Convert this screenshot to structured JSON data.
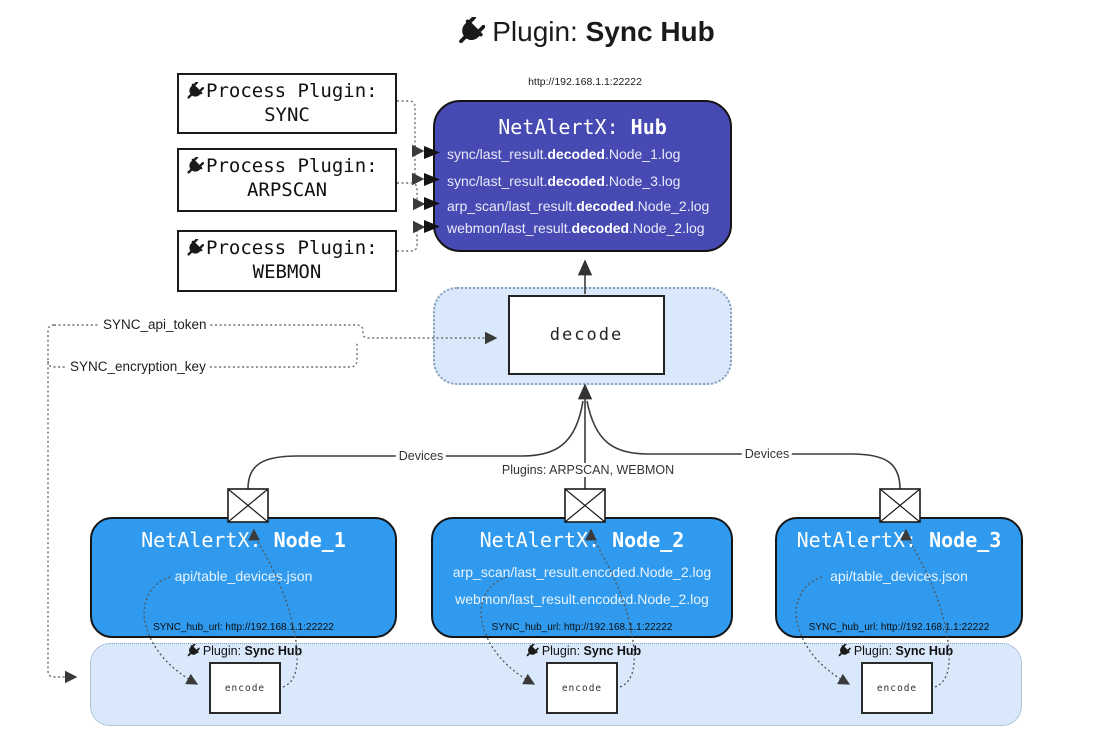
{
  "title": {
    "prefix": "Plugin: ",
    "bold": "Sync Hub"
  },
  "hub": {
    "url": "http://192.168.1.1:22222",
    "title_prefix": "NetAlertX: ",
    "title_bold": "Hub",
    "lines": [
      {
        "pre": "sync/last_result.",
        "bold": "decoded",
        "post": ".Node_1.log"
      },
      {
        "pre": "sync/last_result.",
        "bold": "decoded",
        "post": ".Node_3.log"
      },
      {
        "pre": "arp_scan/last_result.",
        "bold": "decoded",
        "post": ".Node_2.log"
      },
      {
        "pre": "webmon/last_result.",
        "bold": "decoded",
        "post": ".Node_2.log"
      }
    ]
  },
  "process_plugins": [
    {
      "label": "Process Plugin:",
      "name": "SYNC"
    },
    {
      "label": "Process Plugin:",
      "name": "ARPSCAN"
    },
    {
      "label": "Process Plugin:",
      "name": "WEBMON"
    }
  ],
  "decode_label": "decode",
  "config_labels": {
    "api_token": "SYNC_api_token",
    "encryption_key": "SYNC_encryption_key"
  },
  "edge_labels": {
    "devices_left": "Devices",
    "plugins_mid": "Plugins: ARPSCAN, WEBMON",
    "devices_right": "Devices"
  },
  "nodes": [
    {
      "title_prefix": "NetAlertX: ",
      "title_bold": "Node_1",
      "files": [
        "api/table_devices.json"
      ],
      "hub_url": "SYNC_hub_url: http://192.168.1.1:22222"
    },
    {
      "title_prefix": "NetAlertX: ",
      "title_bold": "Node_2",
      "files": [
        "arp_scan/last_result.encoded.Node_2.log",
        "webmon/last_result.encoded.Node_2.log"
      ],
      "hub_url": "SYNC_hub_url: http://192.168.1.1:22222"
    },
    {
      "title_prefix": "NetAlertX: ",
      "title_bold": "Node_3",
      "files": [
        "api/table_devices.json"
      ],
      "hub_url": "SYNC_hub_url: http://192.168.1.1:22222"
    }
  ],
  "sync_band": {
    "label_prefix": "Plugin: ",
    "label_bold": "Sync Hub",
    "encode_label": "encode"
  },
  "colors": {
    "hub_fill": "#474ab3",
    "node_fill": "#2f9aee",
    "band_fill": "#d9e9fb",
    "band_border": "#87a0b8",
    "line_dark": "#3b3b3b",
    "line_dotted": "#6e6e6e"
  }
}
